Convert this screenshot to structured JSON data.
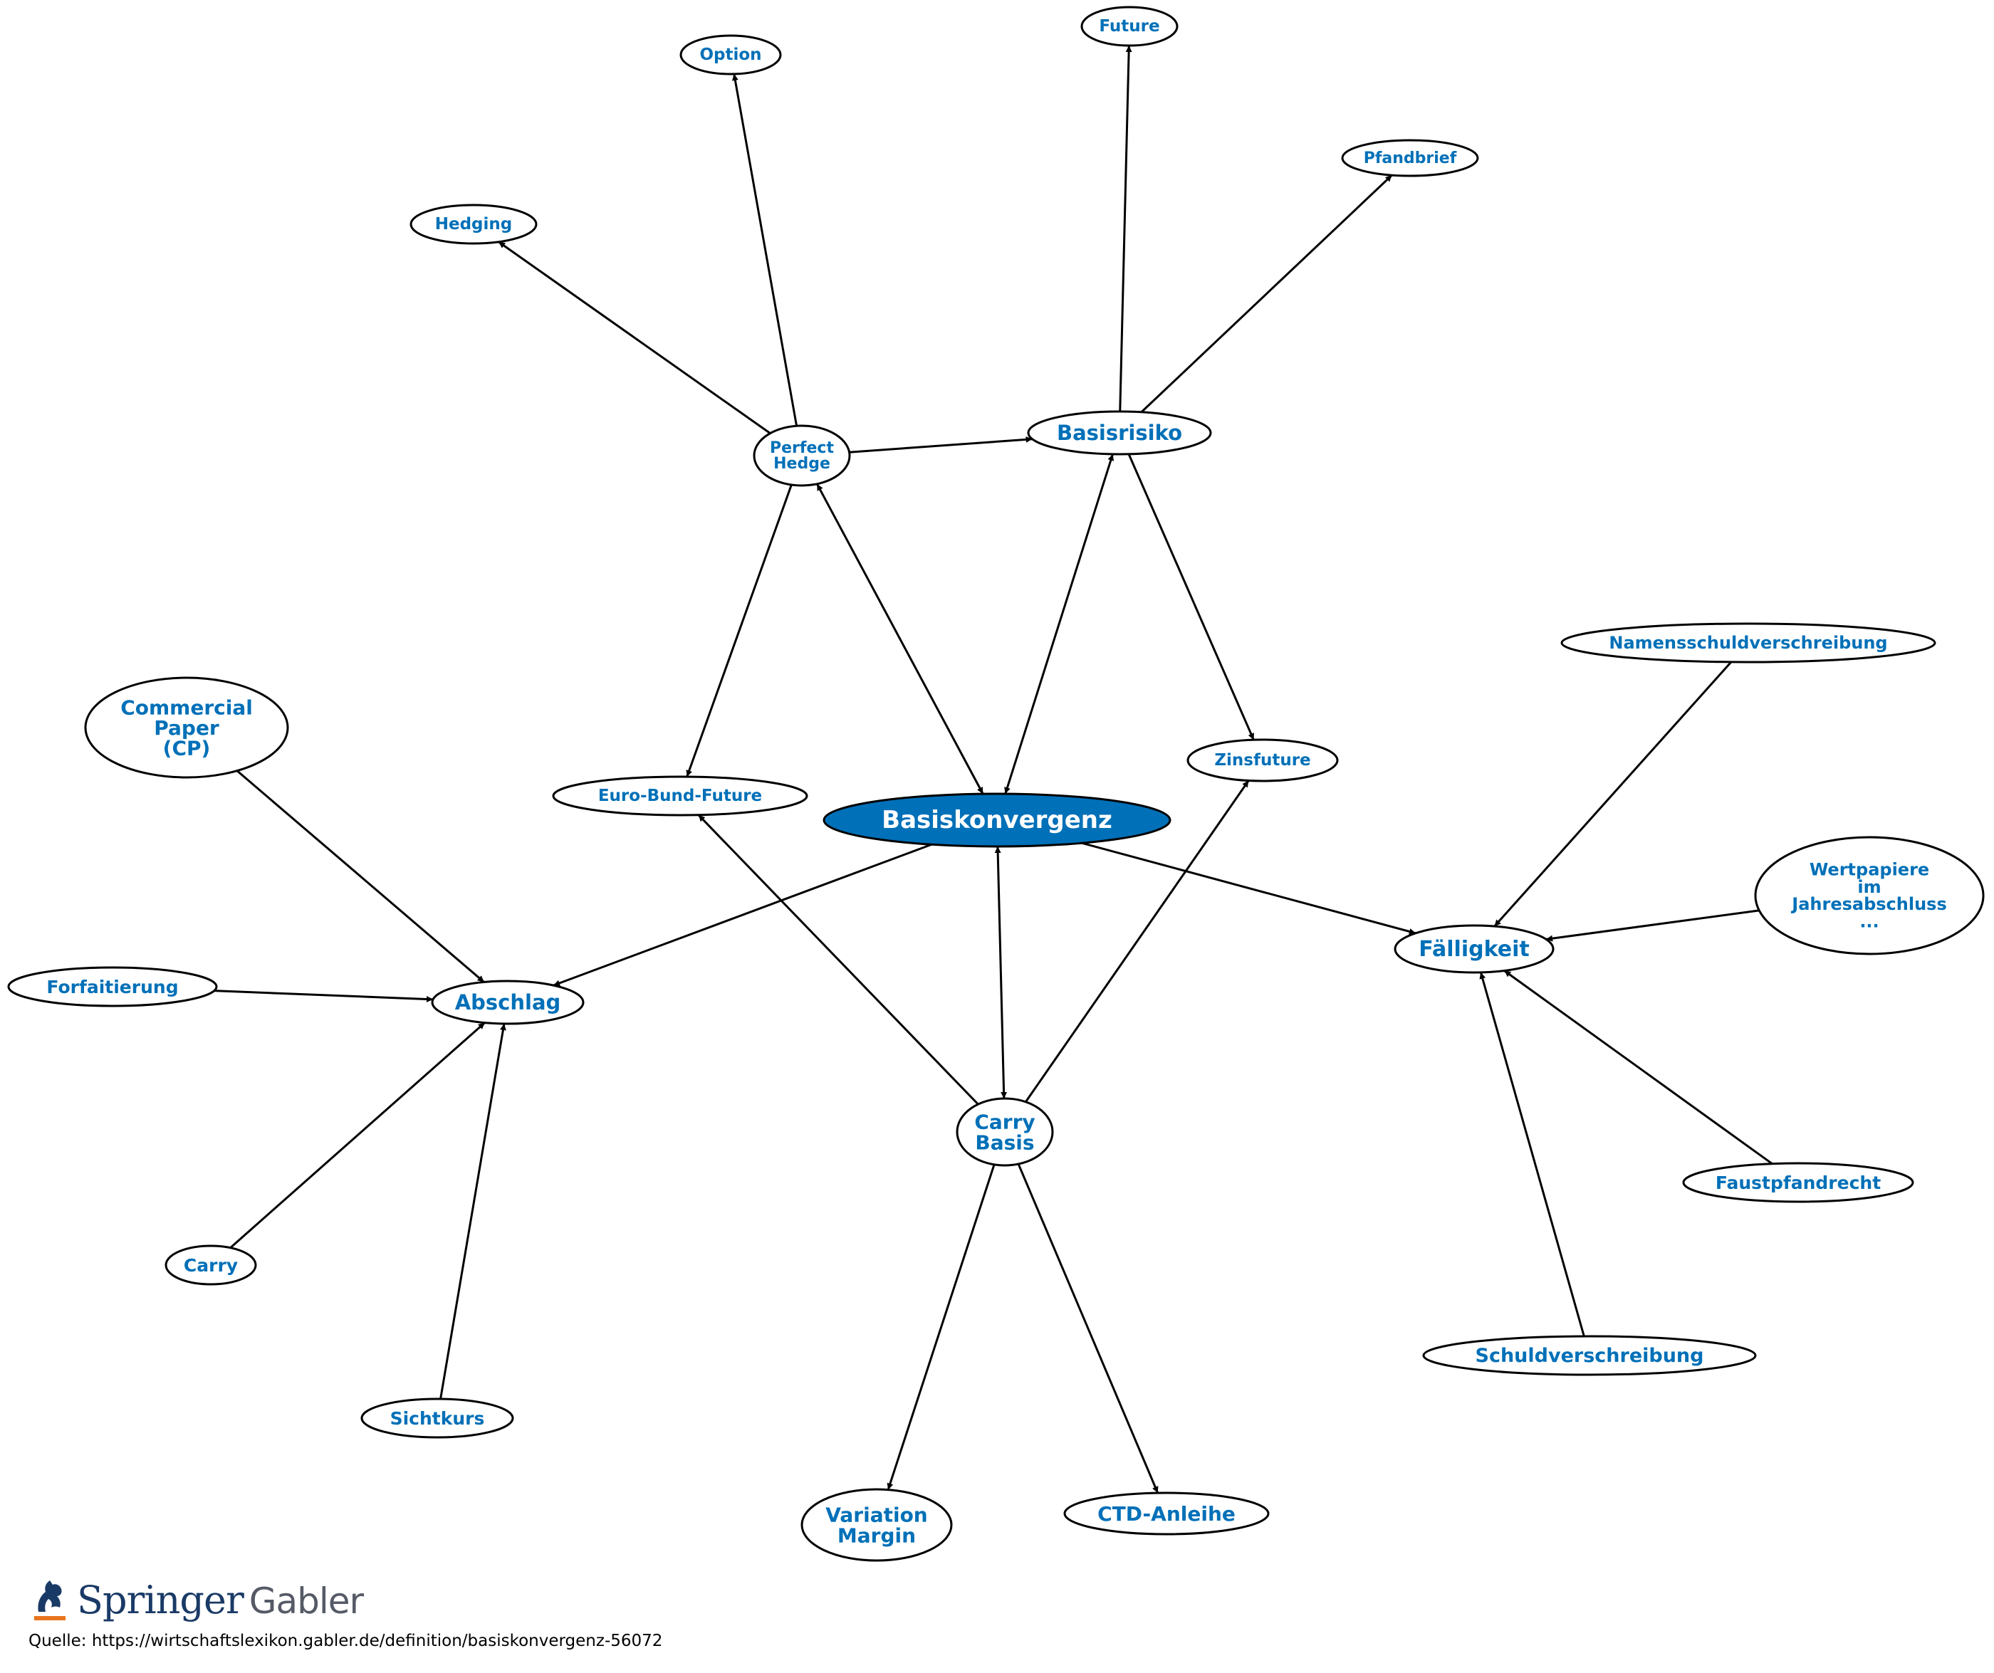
{
  "nodes": {
    "basiskonvergenz": {
      "lines": [
        "Basiskonvergenz"
      ]
    },
    "perfect_hedge": {
      "lines": [
        "Perfect",
        "Hedge"
      ]
    },
    "basisrisiko": {
      "lines": [
        "Basisrisiko"
      ]
    },
    "option": {
      "lines": [
        "Option"
      ]
    },
    "future": {
      "lines": [
        "Future"
      ]
    },
    "pfandbrief": {
      "lines": [
        "Pfandbrief"
      ]
    },
    "hedging": {
      "lines": [
        "Hedging"
      ]
    },
    "euro_bund_future": {
      "lines": [
        "Euro-Bund-Future"
      ]
    },
    "zinsfuture": {
      "lines": [
        "Zinsfuture"
      ]
    },
    "commercial_paper": {
      "lines": [
        "Commercial",
        "Paper",
        "(CP)"
      ]
    },
    "abschlag": {
      "lines": [
        "Abschlag"
      ]
    },
    "forfaitierung": {
      "lines": [
        "Forfaitierung"
      ]
    },
    "carry": {
      "lines": [
        "Carry"
      ]
    },
    "sichtkurs": {
      "lines": [
        "Sichtkurs"
      ]
    },
    "carry_basis": {
      "lines": [
        "Carry",
        "Basis"
      ]
    },
    "variation_margin": {
      "lines": [
        "Variation",
        "Margin"
      ]
    },
    "ctd_anleihe": {
      "lines": [
        "CTD-Anleihe"
      ]
    },
    "faelligkeit": {
      "lines": [
        "Fälligkeit"
      ]
    },
    "namensschuldverschreibung": {
      "lines": [
        "Namensschuldverschreibung"
      ]
    },
    "wertpapiere": {
      "lines": [
        "Wertpapiere",
        "im",
        "Jahresabschluss",
        "..."
      ]
    },
    "faustpfandrecht": {
      "lines": [
        "Faustpfandrecht"
      ]
    },
    "schuldverschreibung": {
      "lines": [
        "Schuldverschreibung"
      ]
    }
  },
  "edges": [
    {
      "from": "perfect_hedge",
      "to": "option",
      "dir": "forward"
    },
    {
      "from": "perfect_hedge",
      "to": "hedging",
      "dir": "forward"
    },
    {
      "from": "perfect_hedge",
      "to": "basisrisiko",
      "dir": "forward"
    },
    {
      "from": "perfect_hedge",
      "to": "euro_bund_future",
      "dir": "forward"
    },
    {
      "from": "basiskonvergenz",
      "to": "perfect_hedge",
      "dir": "both"
    },
    {
      "from": "basisrisiko",
      "to": "future",
      "dir": "forward"
    },
    {
      "from": "basisrisiko",
      "to": "pfandbrief",
      "dir": "forward"
    },
    {
      "from": "basisrisiko",
      "to": "zinsfuture",
      "dir": "forward"
    },
    {
      "from": "basiskonvergenz",
      "to": "basisrisiko",
      "dir": "both"
    },
    {
      "from": "basiskonvergenz",
      "to": "abschlag",
      "dir": "forward"
    },
    {
      "from": "basiskonvergenz",
      "to": "faelligkeit",
      "dir": "forward"
    },
    {
      "from": "basiskonvergenz",
      "to": "carry_basis",
      "dir": "both"
    },
    {
      "from": "commercial_paper",
      "to": "abschlag",
      "dir": "forward"
    },
    {
      "from": "forfaitierung",
      "to": "abschlag",
      "dir": "forward"
    },
    {
      "from": "carry",
      "to": "abschlag",
      "dir": "forward"
    },
    {
      "from": "sichtkurs",
      "to": "abschlag",
      "dir": "forward"
    },
    {
      "from": "carry_basis",
      "to": "euro_bund_future",
      "dir": "forward"
    },
    {
      "from": "carry_basis",
      "to": "zinsfuture",
      "dir": "forward"
    },
    {
      "from": "carry_basis",
      "to": "variation_margin",
      "dir": "forward"
    },
    {
      "from": "carry_basis",
      "to": "ctd_anleihe",
      "dir": "forward"
    },
    {
      "from": "namensschuldverschreibung",
      "to": "faelligkeit",
      "dir": "forward"
    },
    {
      "from": "wertpapiere",
      "to": "faelligkeit",
      "dir": "forward"
    },
    {
      "from": "faustpfandrecht",
      "to": "faelligkeit",
      "dir": "forward"
    },
    {
      "from": "schuldverschreibung",
      "to": "faelligkeit",
      "dir": "forward"
    }
  ],
  "footer": {
    "logo_main": "Springer",
    "logo_sub": "Gabler",
    "source": "Quelle: https://wirtschaftslexikon.gabler.de/definition/basiskonvergenz-56072"
  },
  "colors": {
    "label": "#0070b8",
    "center_fill": "#0070b8",
    "center_label": "#ffffff",
    "stroke": "#000000",
    "logo_accent": "#e8741e"
  },
  "icons": {
    "logo": "springer-horse-logo-icon"
  }
}
